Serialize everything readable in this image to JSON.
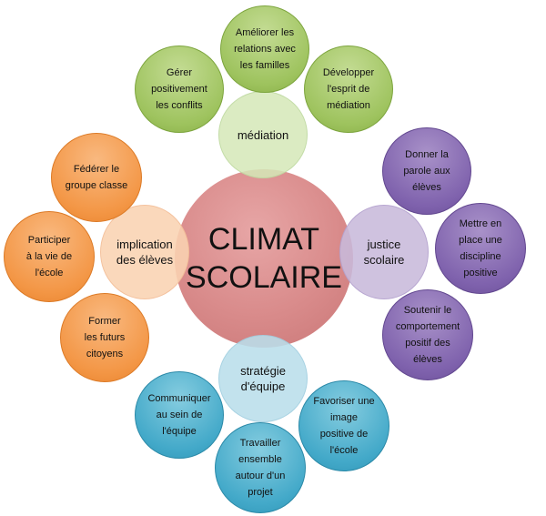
{
  "center": {
    "title": "CLIMAT\nSCOLAIRE"
  },
  "categories": {
    "mediation": {
      "label": "médiation",
      "items": [
        "Gérer\npositivement\nles conflits",
        "Améliorer les\nrelations avec\nles familles",
        "Développer\nl'esprit de\nmédiation"
      ]
    },
    "justice": {
      "label": "justice\nscolaire",
      "items": [
        "Donner la\nparole aux\nélèves",
        "Mettre en\nplace une\ndiscipline\npositive",
        "Soutenir le\ncomportement\npositif des\nélèves"
      ]
    },
    "strategie": {
      "label": "stratégie\nd'équipe",
      "items": [
        "Communiquer\nau sein de\nl'équipe",
        "Travailler\nensemble\nautour d'un\nprojet",
        "Favoriser une\nimage\npositive de\nl'école"
      ]
    },
    "implication": {
      "label": "implication\ndes élèves",
      "items": [
        "Fédérer le\ngroupe classe",
        "Participer\nà la vie de\nl'école",
        "Former\nles futurs\ncitoyens"
      ]
    }
  },
  "colors": {
    "center": "#d98b8b",
    "green": "#9ec35e",
    "purple": "#7f62ad",
    "blue": "#43a9c9",
    "orange": "#f39645"
  }
}
